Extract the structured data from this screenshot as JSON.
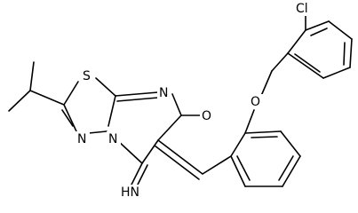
{
  "molecule": {
    "atoms": {
      "cl": "Cl",
      "s": "S",
      "n_ring": "N",
      "n_bridge": "N",
      "n_low": "N",
      "o_ketone": "O",
      "o_ether": "O",
      "imine": "HN"
    },
    "bond_color": "#000000",
    "background": "#ffffff"
  }
}
